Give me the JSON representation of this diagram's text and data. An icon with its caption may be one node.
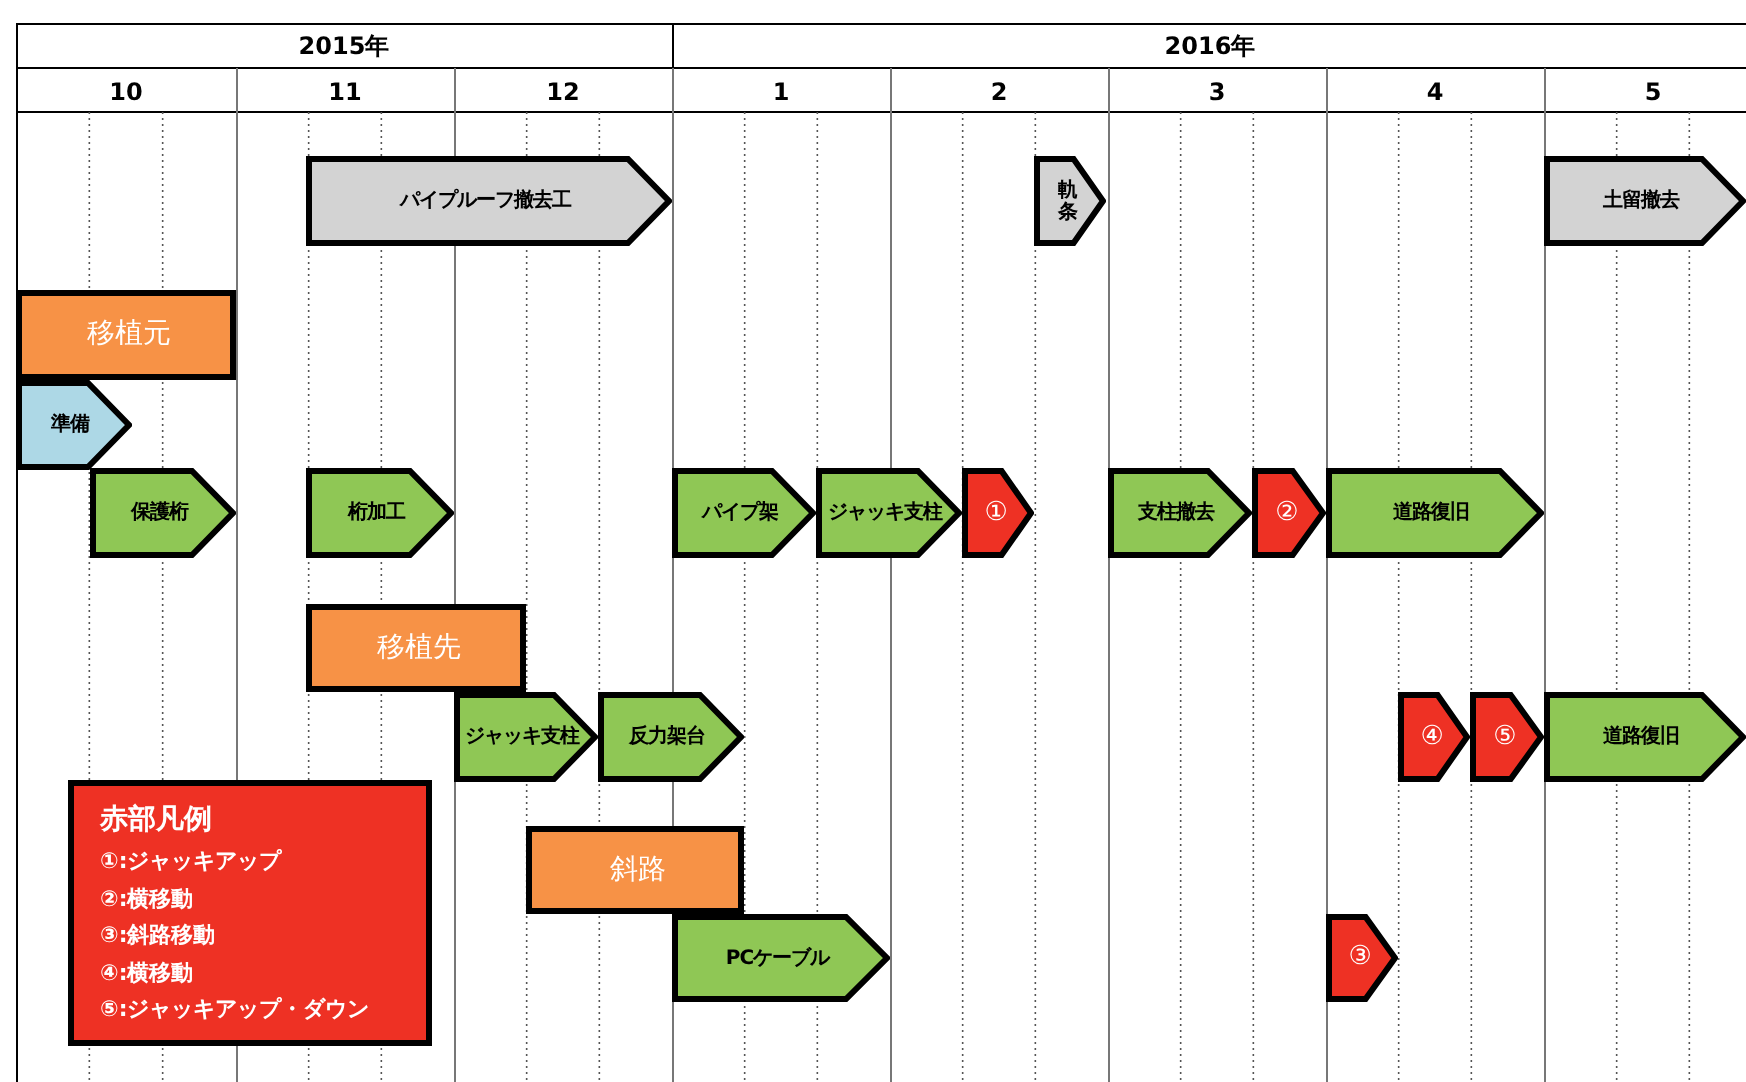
{
  "diagram": {
    "nodes": [
      {
        "text": [
          "パイプルーフ撤去工"
        ]
      },
      {
        "text": [
          "軌条"
        ]
      },
      {
        "text": [
          "土留撤去"
        ]
      },
      {
        "text": [
          "移植元"
        ]
      },
      {
        "text": [
          "準備"
        ]
      },
      {
        "text": [
          "保護桁"
        ]
      },
      {
        "text": [
          "桁加工"
        ]
      },
      {
        "text": [
          "パイプ架"
        ]
      },
      {
        "text": [
          "ジャッキ支柱"
        ]
      },
      {
        "text": [
          "①"
        ]
      },
      {
        "text": [
          "支柱撤去"
        ]
      },
      {
        "text": [
          "②"
        ]
      },
      {
        "text": [
          "道路復旧"
        ]
      },
      {
        "text": [
          "移植先"
        ]
      },
      {
        "text": [
          "ジャッキ支柱"
        ]
      },
      {
        "text": [
          "反力架台"
        ]
      },
      {
        "text": [
          "④"
        ]
      },
      {
        "text": [
          "⑤"
        ]
      },
      {
        "text": [
          "道路復旧"
        ]
      },
      {
        "text": [
          "赤部凡例",
          "①:ジャッキアップ",
          "②:横移動",
          "③:斜路移動",
          "④:横移動",
          "⑤:ジャッキアップ・ダウン"
        ]
      },
      {
        "text": [
          "斜路"
        ]
      },
      {
        "text": [
          "PCケーブル"
        ]
      },
      {
        "text": [
          "③"
        ]
      }
    ],
    "labels": [
      "2015年",
      "2016年",
      "10",
      "11",
      "12",
      "1",
      "2",
      "3",
      "4",
      "5"
    ]
  }
}
